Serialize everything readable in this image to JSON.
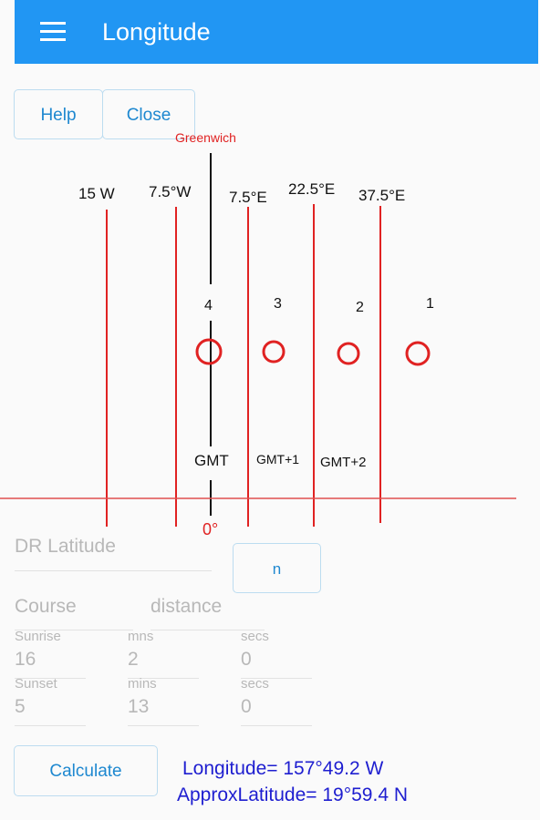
{
  "app": {
    "title": "Longitude",
    "menu_icon": "hamburger-menu-icon"
  },
  "buttons": {
    "help": "Help",
    "close": "Close",
    "n": "n",
    "calculate": "Calculate"
  },
  "diagram": {
    "greenwich": "Greenwich",
    "meridians": [
      "15 W",
      "7.5°W",
      "7.5°E",
      "22.5°E",
      "37.5°E"
    ],
    "zone_numbers": [
      "4",
      "3",
      "2",
      "1"
    ],
    "gmt_labels": [
      "GMT",
      "GMT+1",
      "GMT+2"
    ],
    "zero_label": "0°",
    "colors": {
      "meridian": "#e02222",
      "greenwich": "#111111"
    }
  },
  "form": {
    "dr_latitude": {
      "placeholder": "DR Latitude"
    },
    "course": {
      "placeholder": "Course"
    },
    "distance": {
      "placeholder": "distance"
    },
    "sunrise": {
      "label": "Sunrise",
      "hours": "16",
      "mins_label": "mns",
      "mins": "2",
      "secs_label": "secs",
      "secs": "0"
    },
    "sunset": {
      "label": "Sunset",
      "hours": "5",
      "mins_label": "mins",
      "mins": "13",
      "secs_label": "secs",
      "secs": "0"
    }
  },
  "results": {
    "longitude": "Longitude= 157°49.2 W",
    "approx_latitude": "ApproxLatitude= 19°59.4 N"
  }
}
